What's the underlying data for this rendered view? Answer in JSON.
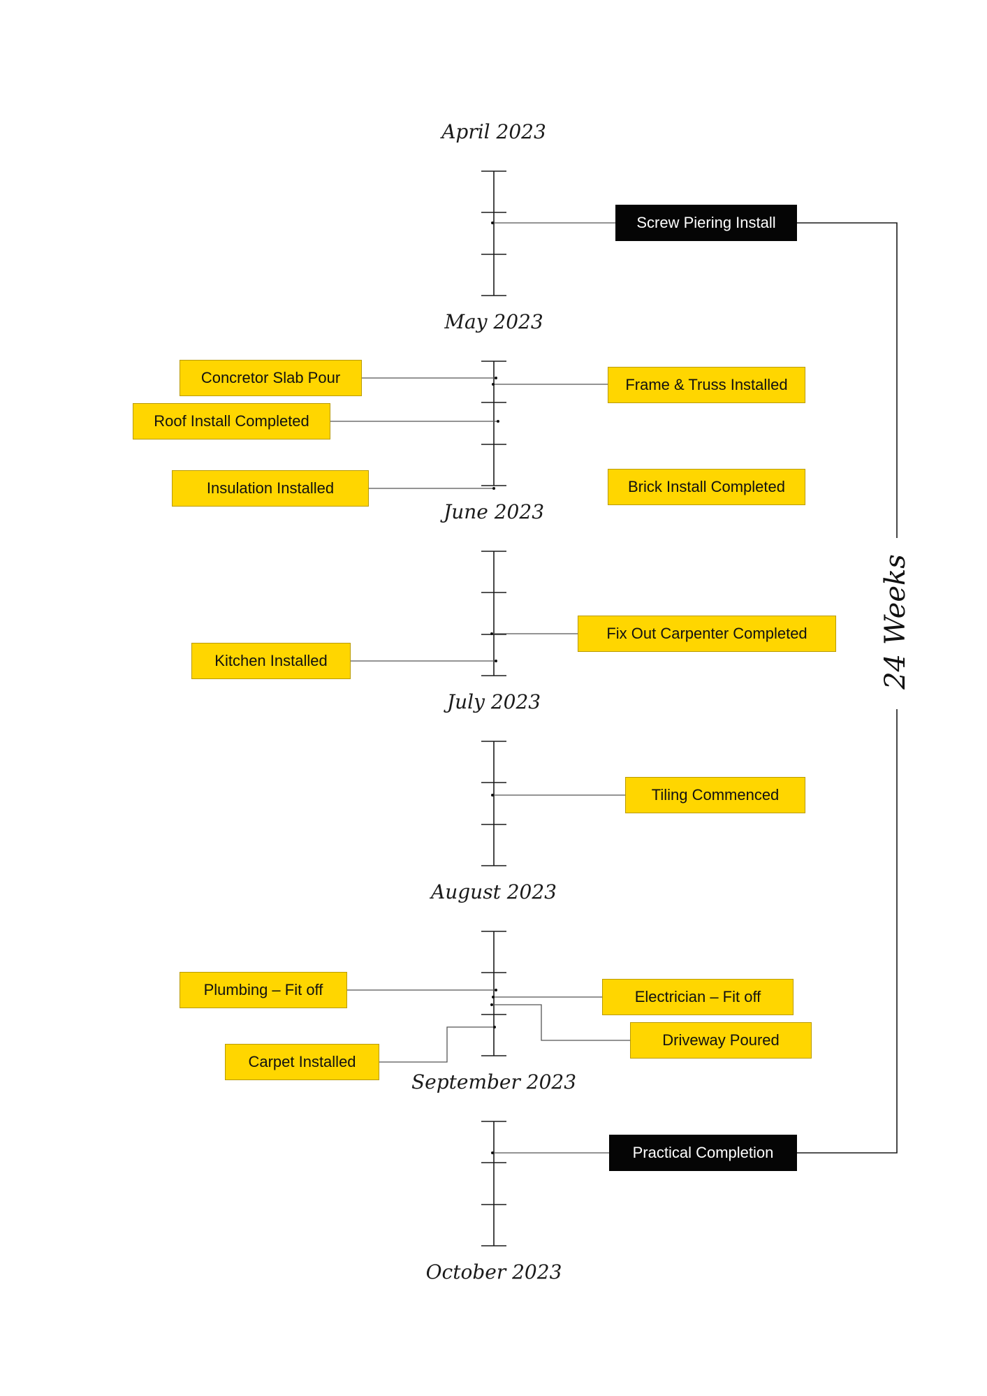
{
  "months": [
    "April 2023",
    "May 2023",
    "June 2023",
    "July 2023",
    "August 2023",
    "September 2023",
    "October 2023"
  ],
  "milestones": [
    {
      "label": "Screw Piering Install",
      "style": "black"
    },
    {
      "label": "Concretor Slab Pour",
      "style": "yellow"
    },
    {
      "label": "Frame & Truss Installed",
      "style": "yellow"
    },
    {
      "label": "Roof Install Completed",
      "style": "yellow"
    },
    {
      "label": "Insulation Installed",
      "style": "yellow"
    },
    {
      "label": "Brick Install Completed",
      "style": "yellow"
    },
    {
      "label": "Fix Out Carpenter Completed",
      "style": "yellow"
    },
    {
      "label": "Kitchen Installed",
      "style": "yellow"
    },
    {
      "label": "Tiling Commenced",
      "style": "yellow"
    },
    {
      "label": "Plumbing – Fit off",
      "style": "yellow"
    },
    {
      "label": "Electrician – Fit off",
      "style": "yellow"
    },
    {
      "label": "Driveway Poured",
      "style": "yellow"
    },
    {
      "label": "Carpet Installed",
      "style": "yellow"
    },
    {
      "label": "Practical Completion",
      "style": "black"
    }
  ],
  "duration_label": "24 Weeks",
  "colors": {
    "highlight": "#ffd600",
    "milestone_dark": "#050505",
    "line": "#1a1a1a"
  }
}
